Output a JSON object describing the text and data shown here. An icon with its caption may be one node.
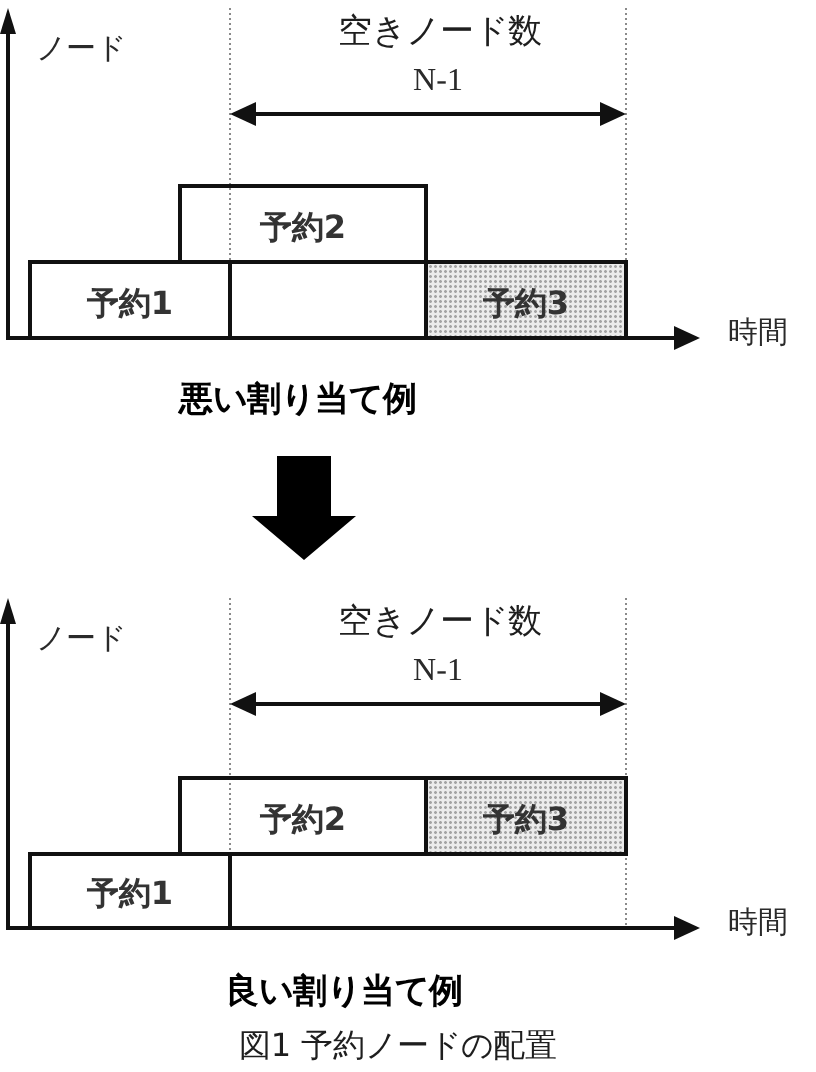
{
  "diagram": {
    "caption": "図1 予約ノードの配置",
    "nodes": [
      {
        "text": [
          "予約2"
        ]
      },
      {
        "text": [
          "予約1"
        ]
      },
      {
        "text": [
          "予約3"
        ]
      },
      {
        "text": [
          "予約2"
        ]
      },
      {
        "text": [
          "予約3"
        ]
      },
      {
        "text": [
          "予約1"
        ]
      }
    ],
    "labels": [
      "空きノード数",
      "ノード",
      "N-1",
      "時間",
      "悪い割り当て例",
      "空きノード数",
      "ノード",
      "N-1",
      "時間",
      "良い割り当て例"
    ]
  }
}
